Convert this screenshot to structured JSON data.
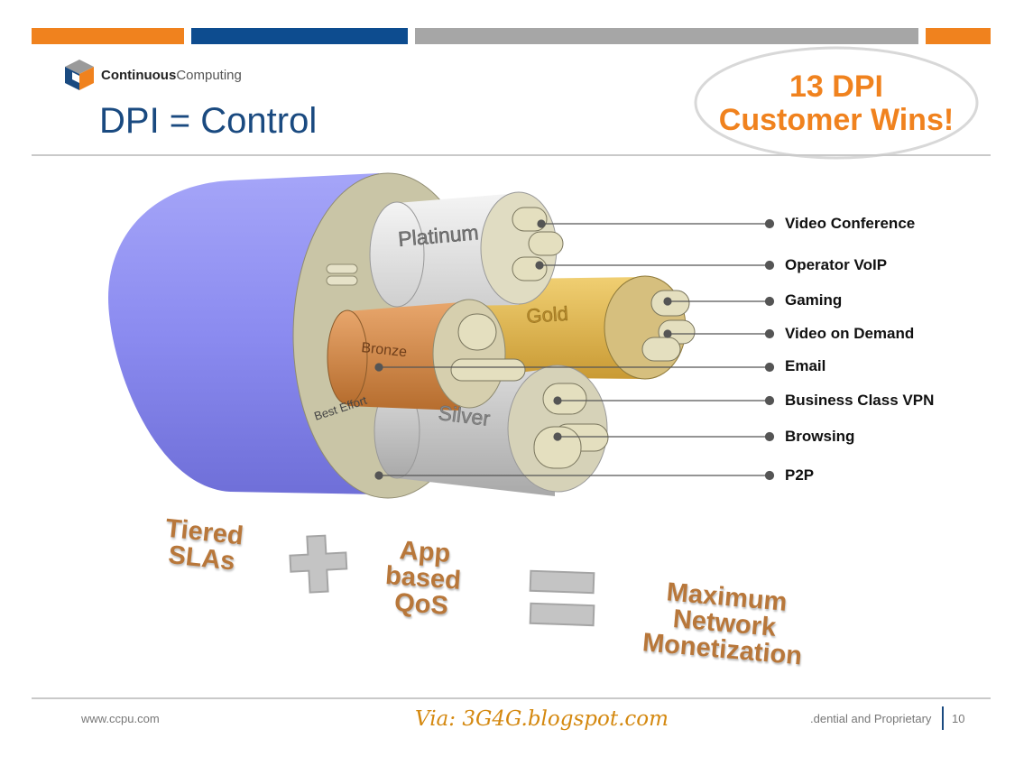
{
  "header": {
    "title": "DPI = Control",
    "logo_bold": "Continuous",
    "logo_light": "Computing"
  },
  "callout": {
    "line1": "13 DPI",
    "line2": "Customer Wins!"
  },
  "cable": {
    "tiers": [
      "Platinum",
      "Gold",
      "Bronze",
      "Silver",
      "Best Effort"
    ]
  },
  "services": [
    "Video Conference",
    "Operator VoIP",
    "Gaming",
    "Video on Demand",
    "Email",
    "Business Class VPN",
    "Browsing",
    "P2P"
  ],
  "equation": {
    "term1_line1": "Tiered",
    "term1_line2": "SLAs",
    "term2_line1": "App",
    "term2_line2": "based",
    "term2_line3": "QoS",
    "result_line1": "Maximum",
    "result_line2": "Network",
    "result_line3": "Monetization"
  },
  "footer": {
    "url": "www.ccpu.com",
    "via": "Via: 3G4G.blogspot.com",
    "confidential": ".dential and Proprietary",
    "page": "10"
  },
  "colors": {
    "orange": "#f0821e",
    "blue": "#0d4c8f",
    "gray": "#a6a6a6",
    "title_blue": "#1a4a80",
    "cable_purple": "#8f8ff0",
    "cable_face": "#c9c5a6"
  }
}
